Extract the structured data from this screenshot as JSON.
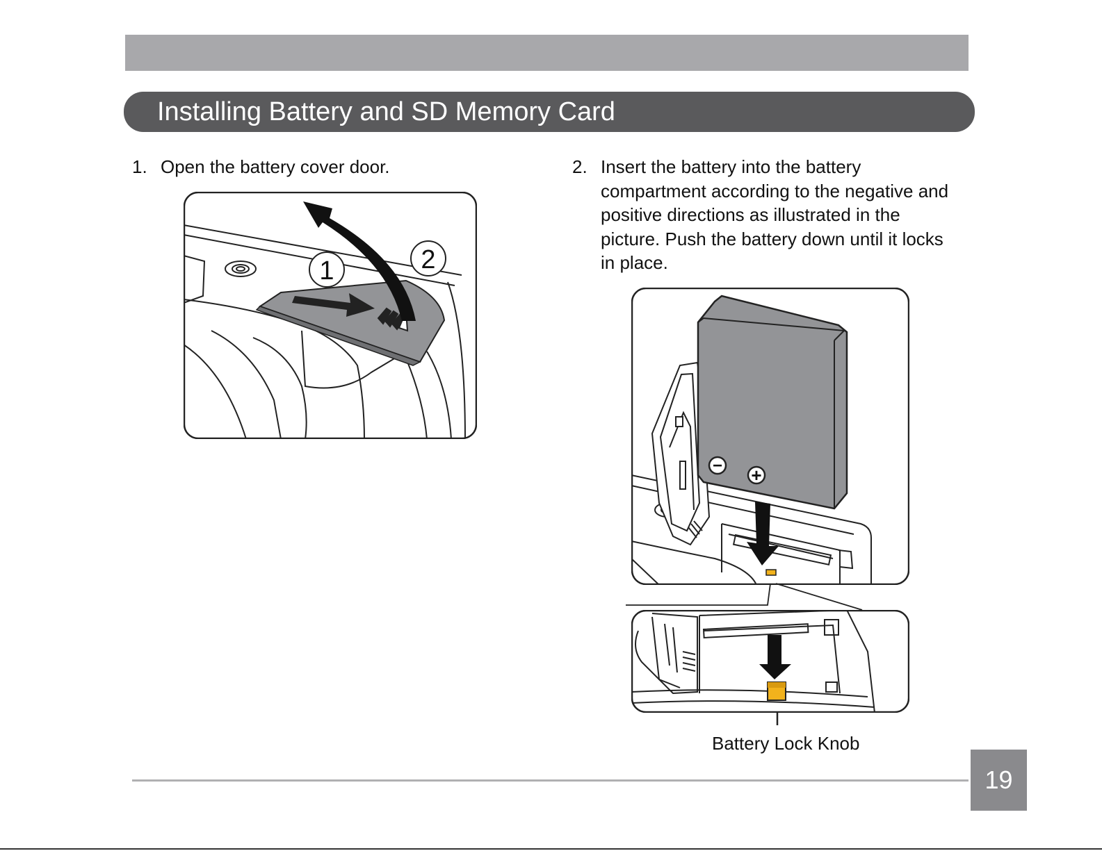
{
  "section": {
    "title": "Installing Battery and SD Memory Card"
  },
  "steps": [
    {
      "number": "1.",
      "text": "Open the battery cover door."
    },
    {
      "number": "2.",
      "text": "Insert the battery into the battery compartment according to the negative and positive directions as illustrated in the picture. Push the battery down until it locks in place."
    }
  ],
  "figure1": {
    "callout_1": "1",
    "callout_2": "2"
  },
  "figure2": {
    "minus_sign": "−",
    "plus_sign": "+"
  },
  "caption": "Battery Lock Knob",
  "page_number": "19",
  "colors": {
    "header_bg": "#5a5a5c",
    "top_bar": "#a8a8ab",
    "battery": "#939497",
    "lock_knob": "#f2b21c",
    "page_box": "#8a8a8d"
  }
}
